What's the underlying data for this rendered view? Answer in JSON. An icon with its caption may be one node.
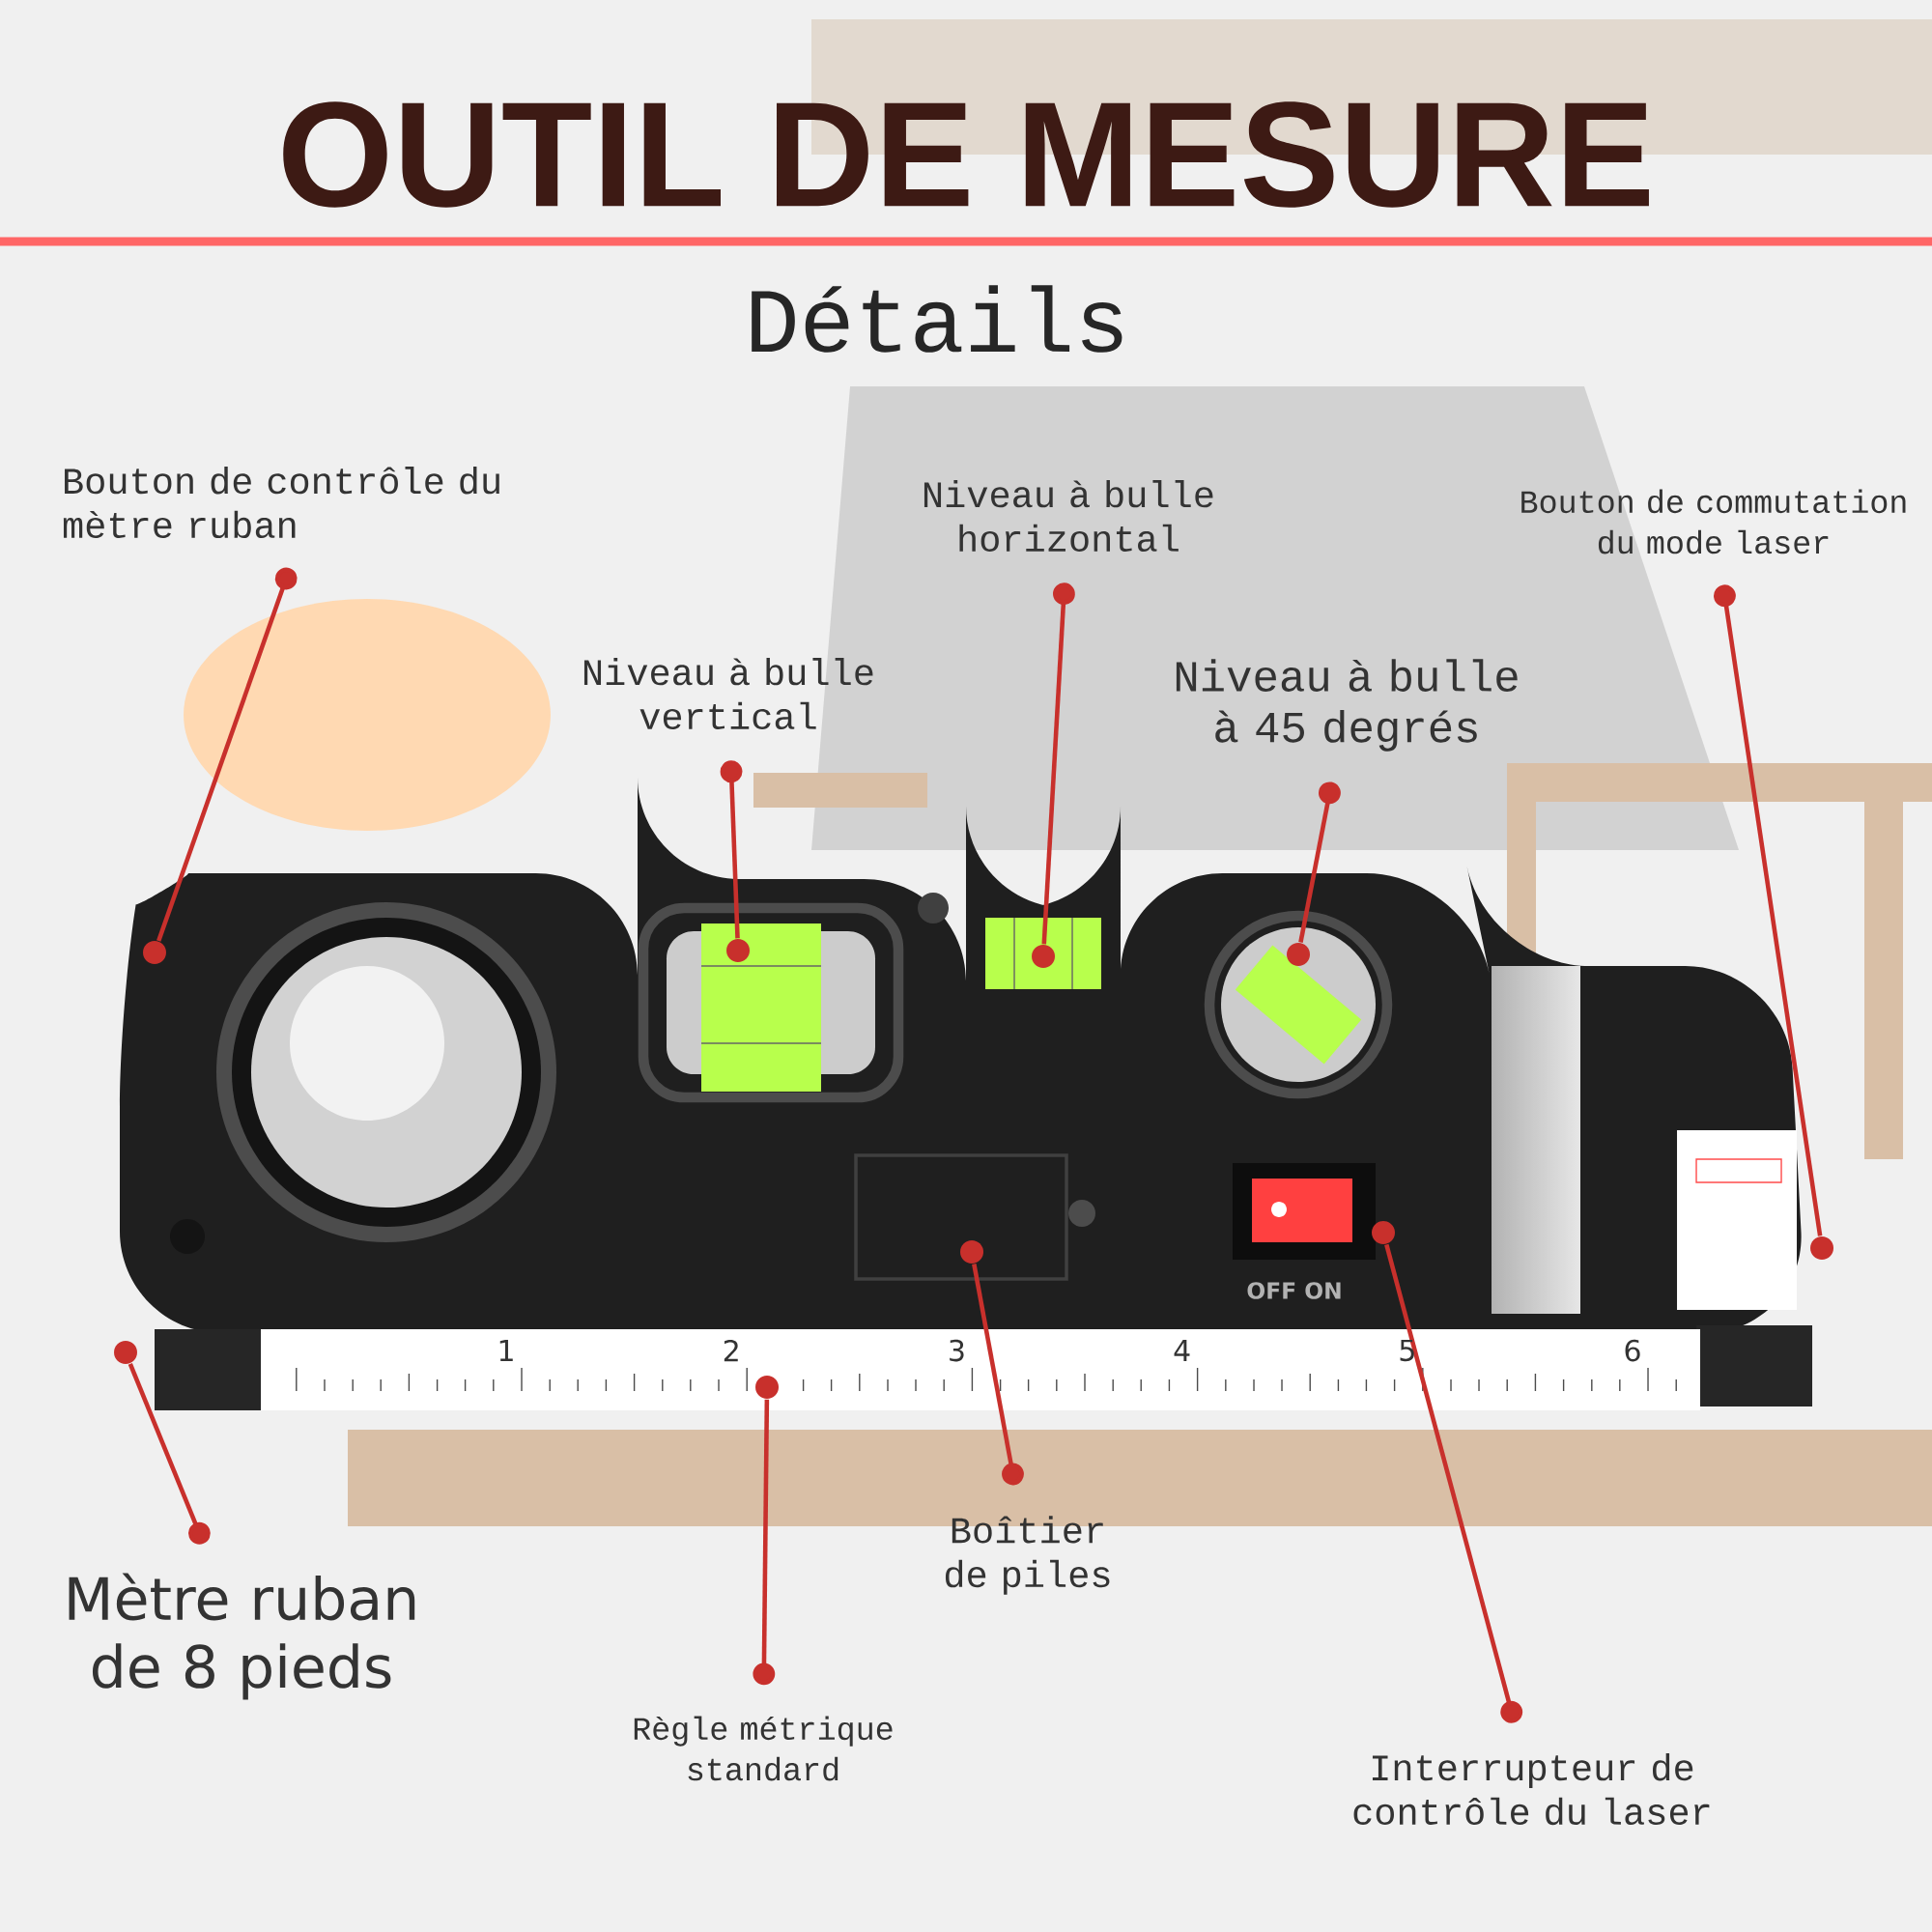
{
  "diagram": {
    "title": "OUTIL DE MESURE",
    "caption": "Détails",
    "nodes": [
      {
        "text": [
          "Bouton de contrôle du mètre ruban"
        ]
      },
      {
        "text": [
          "Niveau à bulle horizontal"
        ]
      },
      {
        "text": [
          "Bouton de commutation du mode laser"
        ]
      },
      {
        "text": [
          "Niveau à bulle vertical"
        ]
      },
      {
        "text": [
          "Niveau à bulle à 45 degrés"
        ]
      },
      {
        "text": [
          "Boîtier de piles"
        ]
      },
      {
        "text": [
          "Mètre ruban de 8 pieds"
        ]
      },
      {
        "text": [
          "Règle métrique standard"
        ]
      },
      {
        "text": [
          "Interrupteur de contrôle du laser"
        ]
      },
      {
        "text": [],
        "shape": "circle"
      },
      {
        "text": [],
        "shape": "circle"
      },
      {
        "text": [],
        "shape": "circle"
      },
      {
        "text": [],
        "shape": "circle"
      },
      {
        "text": [],
        "shape": "circle"
      },
      {
        "text": [],
        "shape": "circle"
      },
      {
        "text": [],
        "shape": "circle"
      },
      {
        "text": [],
        "shape": "circle"
      },
      {
        "text": [],
        "shape": "circle"
      }
    ],
    "edges": [
      {
        "from": 0,
        "to": 9,
        "arrow": "other"
      },
      {
        "from": 1,
        "to": 10,
        "arrow": "other"
      },
      {
        "from": 2,
        "to": 11,
        "arrow": "other"
      },
      {
        "from": 3,
        "to": 12,
        "arrow": "other"
      },
      {
        "from": 4,
        "to": 13,
        "arrow": "other"
      },
      {
        "from": 5,
        "to": 14,
        "arrow": "other"
      },
      {
        "from": 6,
        "to": 15,
        "arrow": "other"
      },
      {
        "from": 7,
        "to": 16,
        "arrow": "other"
      },
      {
        "from": 8,
        "to": 17,
        "arrow": "other"
      }
    ],
    "labels": [
      "OFF ON",
      "1",
      "2",
      "3",
      "4",
      "5",
      "6"
    ]
  }
}
